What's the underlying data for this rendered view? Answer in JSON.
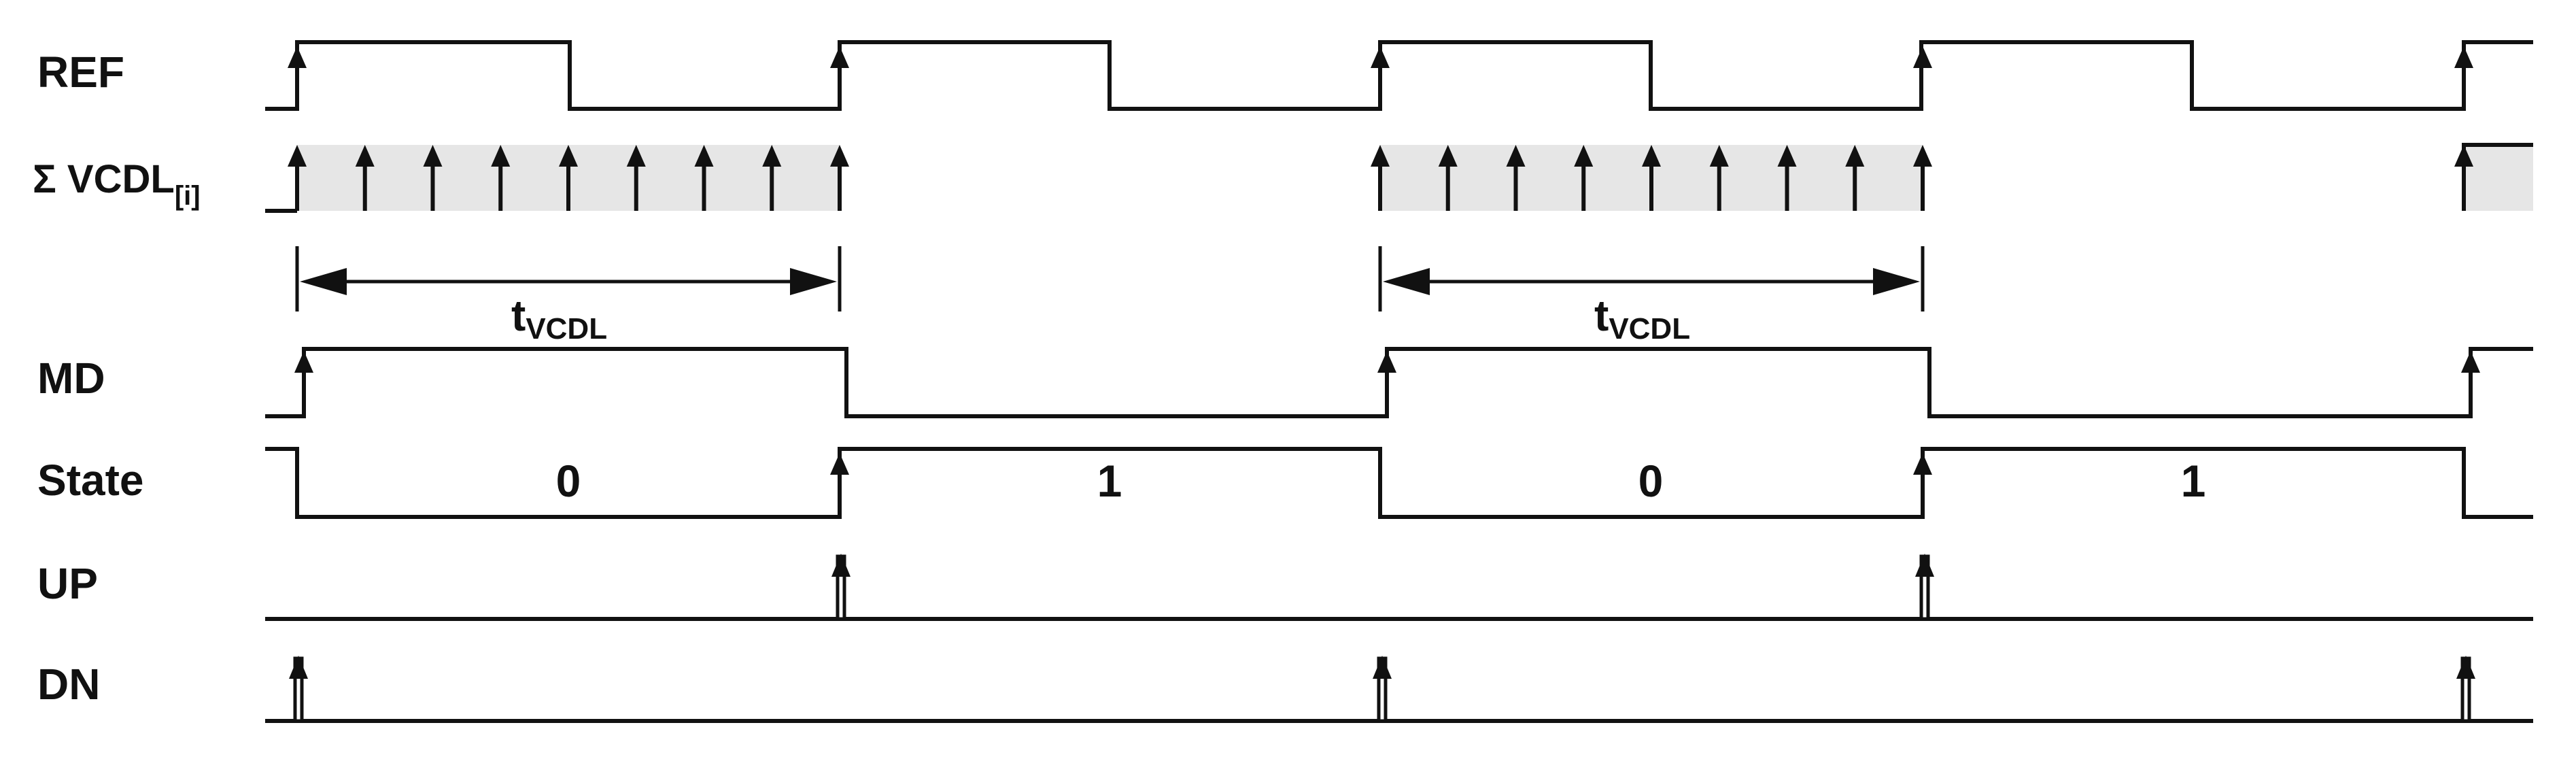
{
  "signals": {
    "ref": "REF",
    "vcdl_prefix": "Σ VCDL",
    "vcdl_sub": "[i]",
    "md": "MD",
    "state": "State",
    "up": "UP",
    "dn": "DN"
  },
  "interval": {
    "main": "t",
    "sub": "VCDL"
  },
  "state_values": [
    "0",
    "1",
    "0",
    "1"
  ],
  "colors": {
    "ink": "#111111",
    "shade": "#e6e6e6",
    "background": "#ffffff"
  },
  "icons": [
    "rising-edge-arrow-icon",
    "double-headed-arrow-icon"
  ]
}
